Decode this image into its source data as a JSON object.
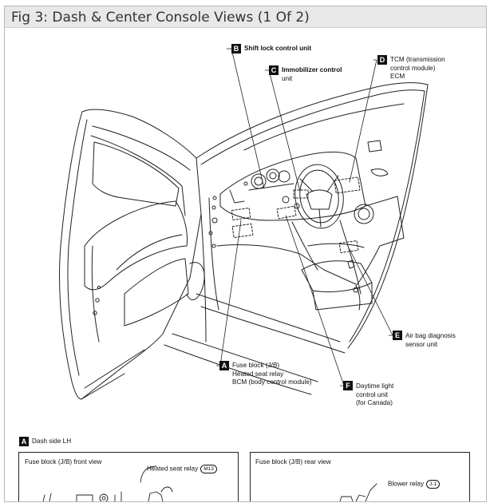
{
  "title": "Fig 3: Dash & Center Console Views (1 Of 2)",
  "callouts": {
    "B": {
      "letter": "B",
      "lines": [
        "Shift lock control unit"
      ]
    },
    "C": {
      "letter": "C",
      "lines": [
        "Immobilizer control",
        "unit"
      ]
    },
    "D": {
      "letter": "D",
      "lines": [
        "TCM (transmission",
        "control module)",
        "ECM"
      ]
    },
    "E": {
      "letter": "E",
      "lines": [
        "Air bag diagnosis",
        "sensor unit"
      ]
    },
    "A": {
      "letter": "A",
      "lines": [
        "Fuse block (J/B)",
        "Heated seat relay",
        "BCM (body control module)"
      ]
    },
    "F": {
      "letter": "F",
      "lines": [
        "Daytime light",
        "control unit",
        "(for Canada)"
      ]
    }
  },
  "section_a": {
    "letter": "A",
    "label": "Dash side LH"
  },
  "panel_left": {
    "title": "Fuse block (J/B) front view",
    "relay_label": "Heated seat relay",
    "relay_tag": "M13"
  },
  "panel_right": {
    "title": "Fuse block (J/B) rear view",
    "relay_label": "Blower relay",
    "relay_tag": "J-1"
  }
}
